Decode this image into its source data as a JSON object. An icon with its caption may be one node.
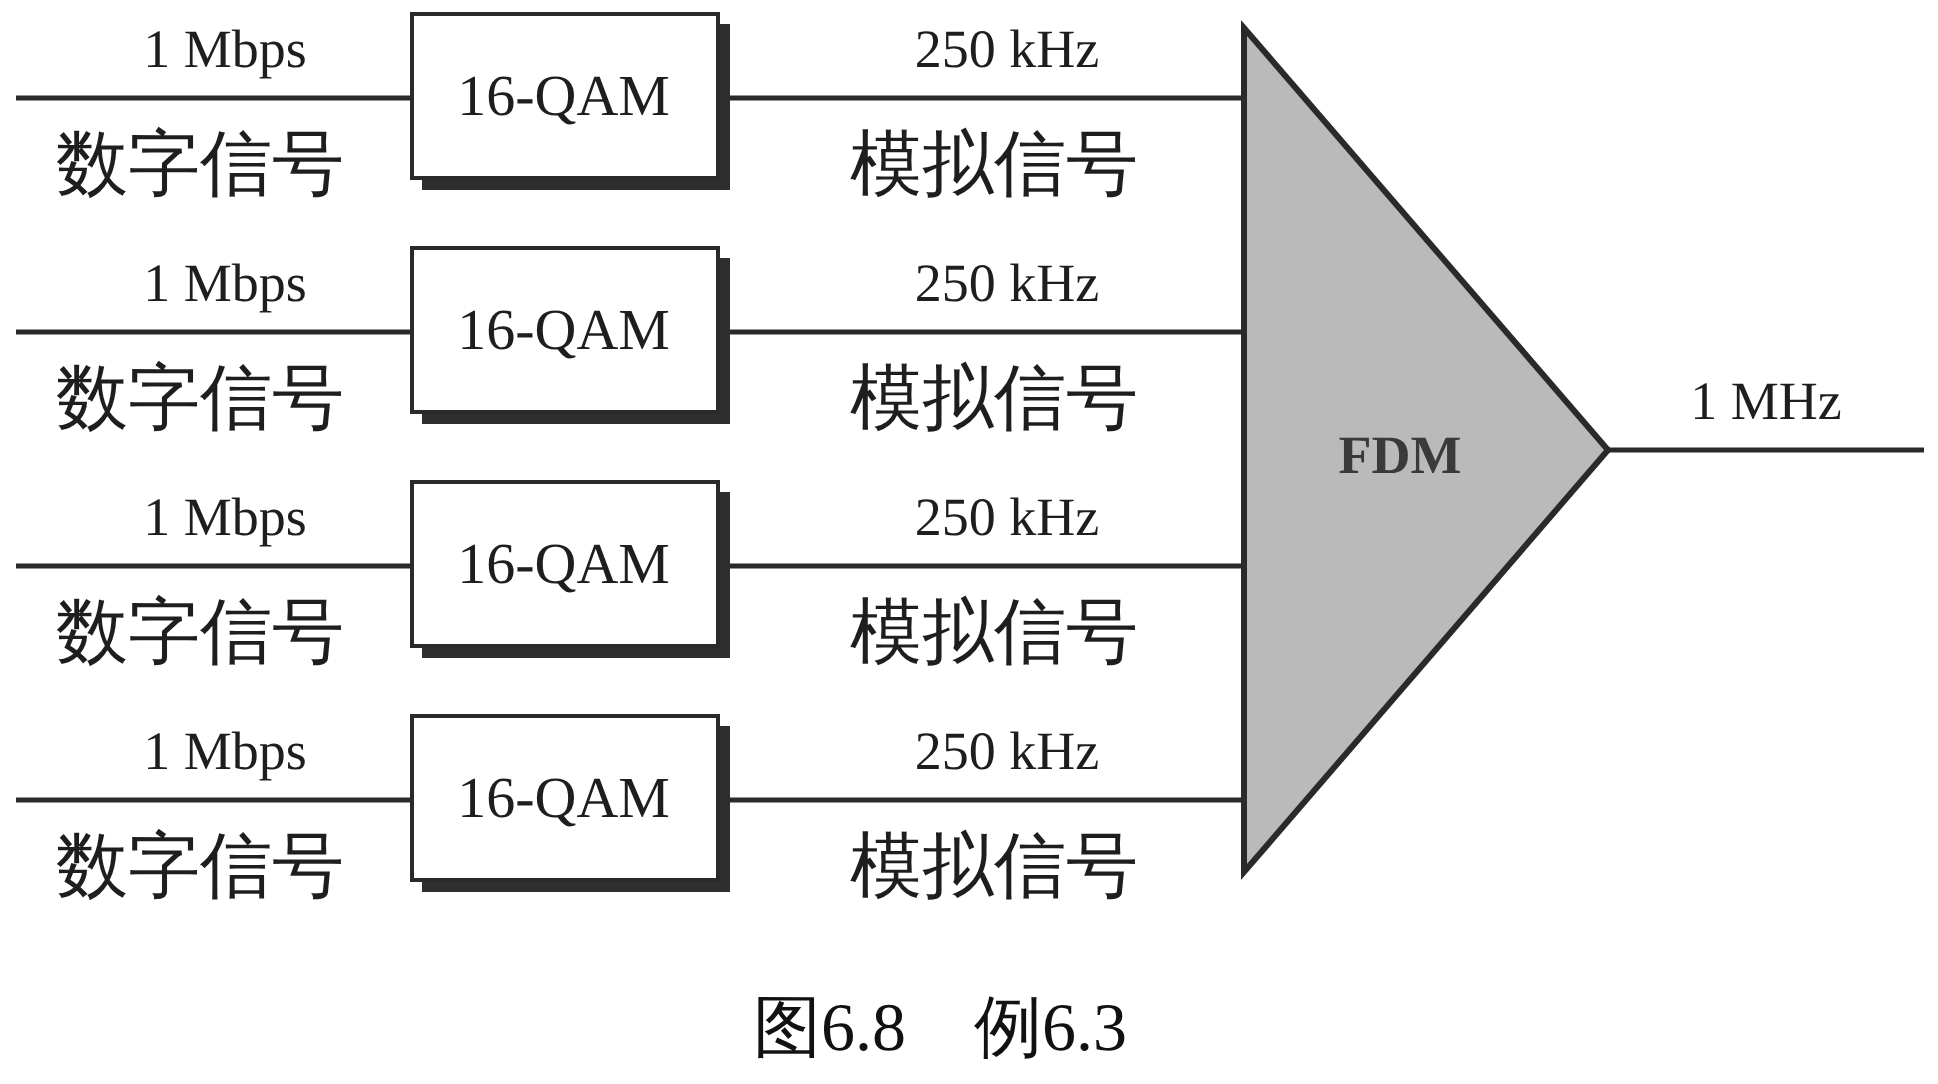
{
  "diagram": {
    "caption": "图6.8　例6.3",
    "nodes": [
      {
        "text": [
          "16-QAM"
        ]
      },
      {
        "text": [
          "16-QAM"
        ]
      },
      {
        "text": [
          "16-QAM"
        ]
      },
      {
        "text": [
          "16-QAM"
        ]
      },
      {
        "text": [
          "FDM"
        ]
      }
    ],
    "edges": [
      {
        "from": null,
        "to": 0,
        "arrow": "none",
        "label": "1 Mbps"
      },
      {
        "from": 0,
        "to": 4,
        "arrow": "none",
        "label": "250 kHz"
      },
      {
        "from": null,
        "to": 1,
        "arrow": "none",
        "label": "1 Mbps"
      },
      {
        "from": 1,
        "to": 4,
        "arrow": "none",
        "label": "250 kHz"
      },
      {
        "from": null,
        "to": 2,
        "arrow": "none",
        "label": "1 Mbps"
      },
      {
        "from": 2,
        "to": 4,
        "arrow": "none",
        "label": "250 kHz"
      },
      {
        "from": null,
        "to": 3,
        "arrow": "none",
        "label": "1 Mbps"
      },
      {
        "from": 3,
        "to": 4,
        "arrow": "none",
        "label": "250 kHz"
      },
      {
        "from": 4,
        "to": null,
        "arrow": "none",
        "label": "1 MHz"
      }
    ],
    "labels": [
      "数字信号",
      "模拟信号",
      "数字信号",
      "模拟信号",
      "数字信号",
      "模拟信号",
      "数字信号",
      "模拟信号"
    ]
  }
}
